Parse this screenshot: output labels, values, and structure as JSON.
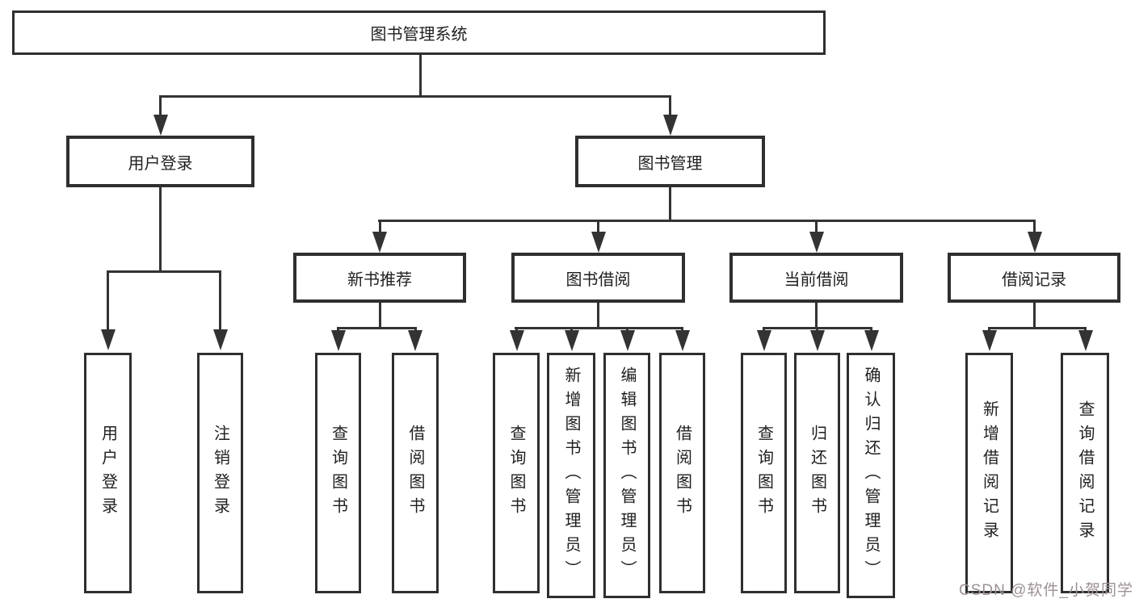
{
  "diagram": {
    "root": {
      "label": "图书管理系统"
    },
    "level2": [
      {
        "label": "用户登录"
      },
      {
        "label": "图书管理"
      }
    ],
    "level3": [
      {
        "label": "新书推荐"
      },
      {
        "label": "图书借阅"
      },
      {
        "label": "当前借阅"
      },
      {
        "label": "借阅记录"
      }
    ],
    "leaves": {
      "user_login": [
        {
          "label": "用户登录"
        },
        {
          "label": "注销登录"
        }
      ],
      "new_book": [
        {
          "label": "查询图书"
        },
        {
          "label": "借阅图书"
        }
      ],
      "book_borrow": [
        {
          "label": "查询图书"
        },
        {
          "label": "新增图书（管理员）"
        },
        {
          "label": "编辑图书（管理员）"
        },
        {
          "label": "借阅图书"
        }
      ],
      "current_borrow": [
        {
          "label": "查询图书"
        },
        {
          "label": "归还图书"
        },
        {
          "label": "确认归还（管理员）"
        }
      ],
      "borrow_record": [
        {
          "label": "新增借阅记录"
        },
        {
          "label": "查询借阅记录"
        }
      ]
    }
  },
  "watermark": {
    "text": "CSDN @软件_小贺同学",
    "color": "#9c9193"
  },
  "colors": {
    "line": "#333333",
    "box_border": "#2f2f2f",
    "text": "#1f1f1f",
    "background": "#ffffff"
  }
}
